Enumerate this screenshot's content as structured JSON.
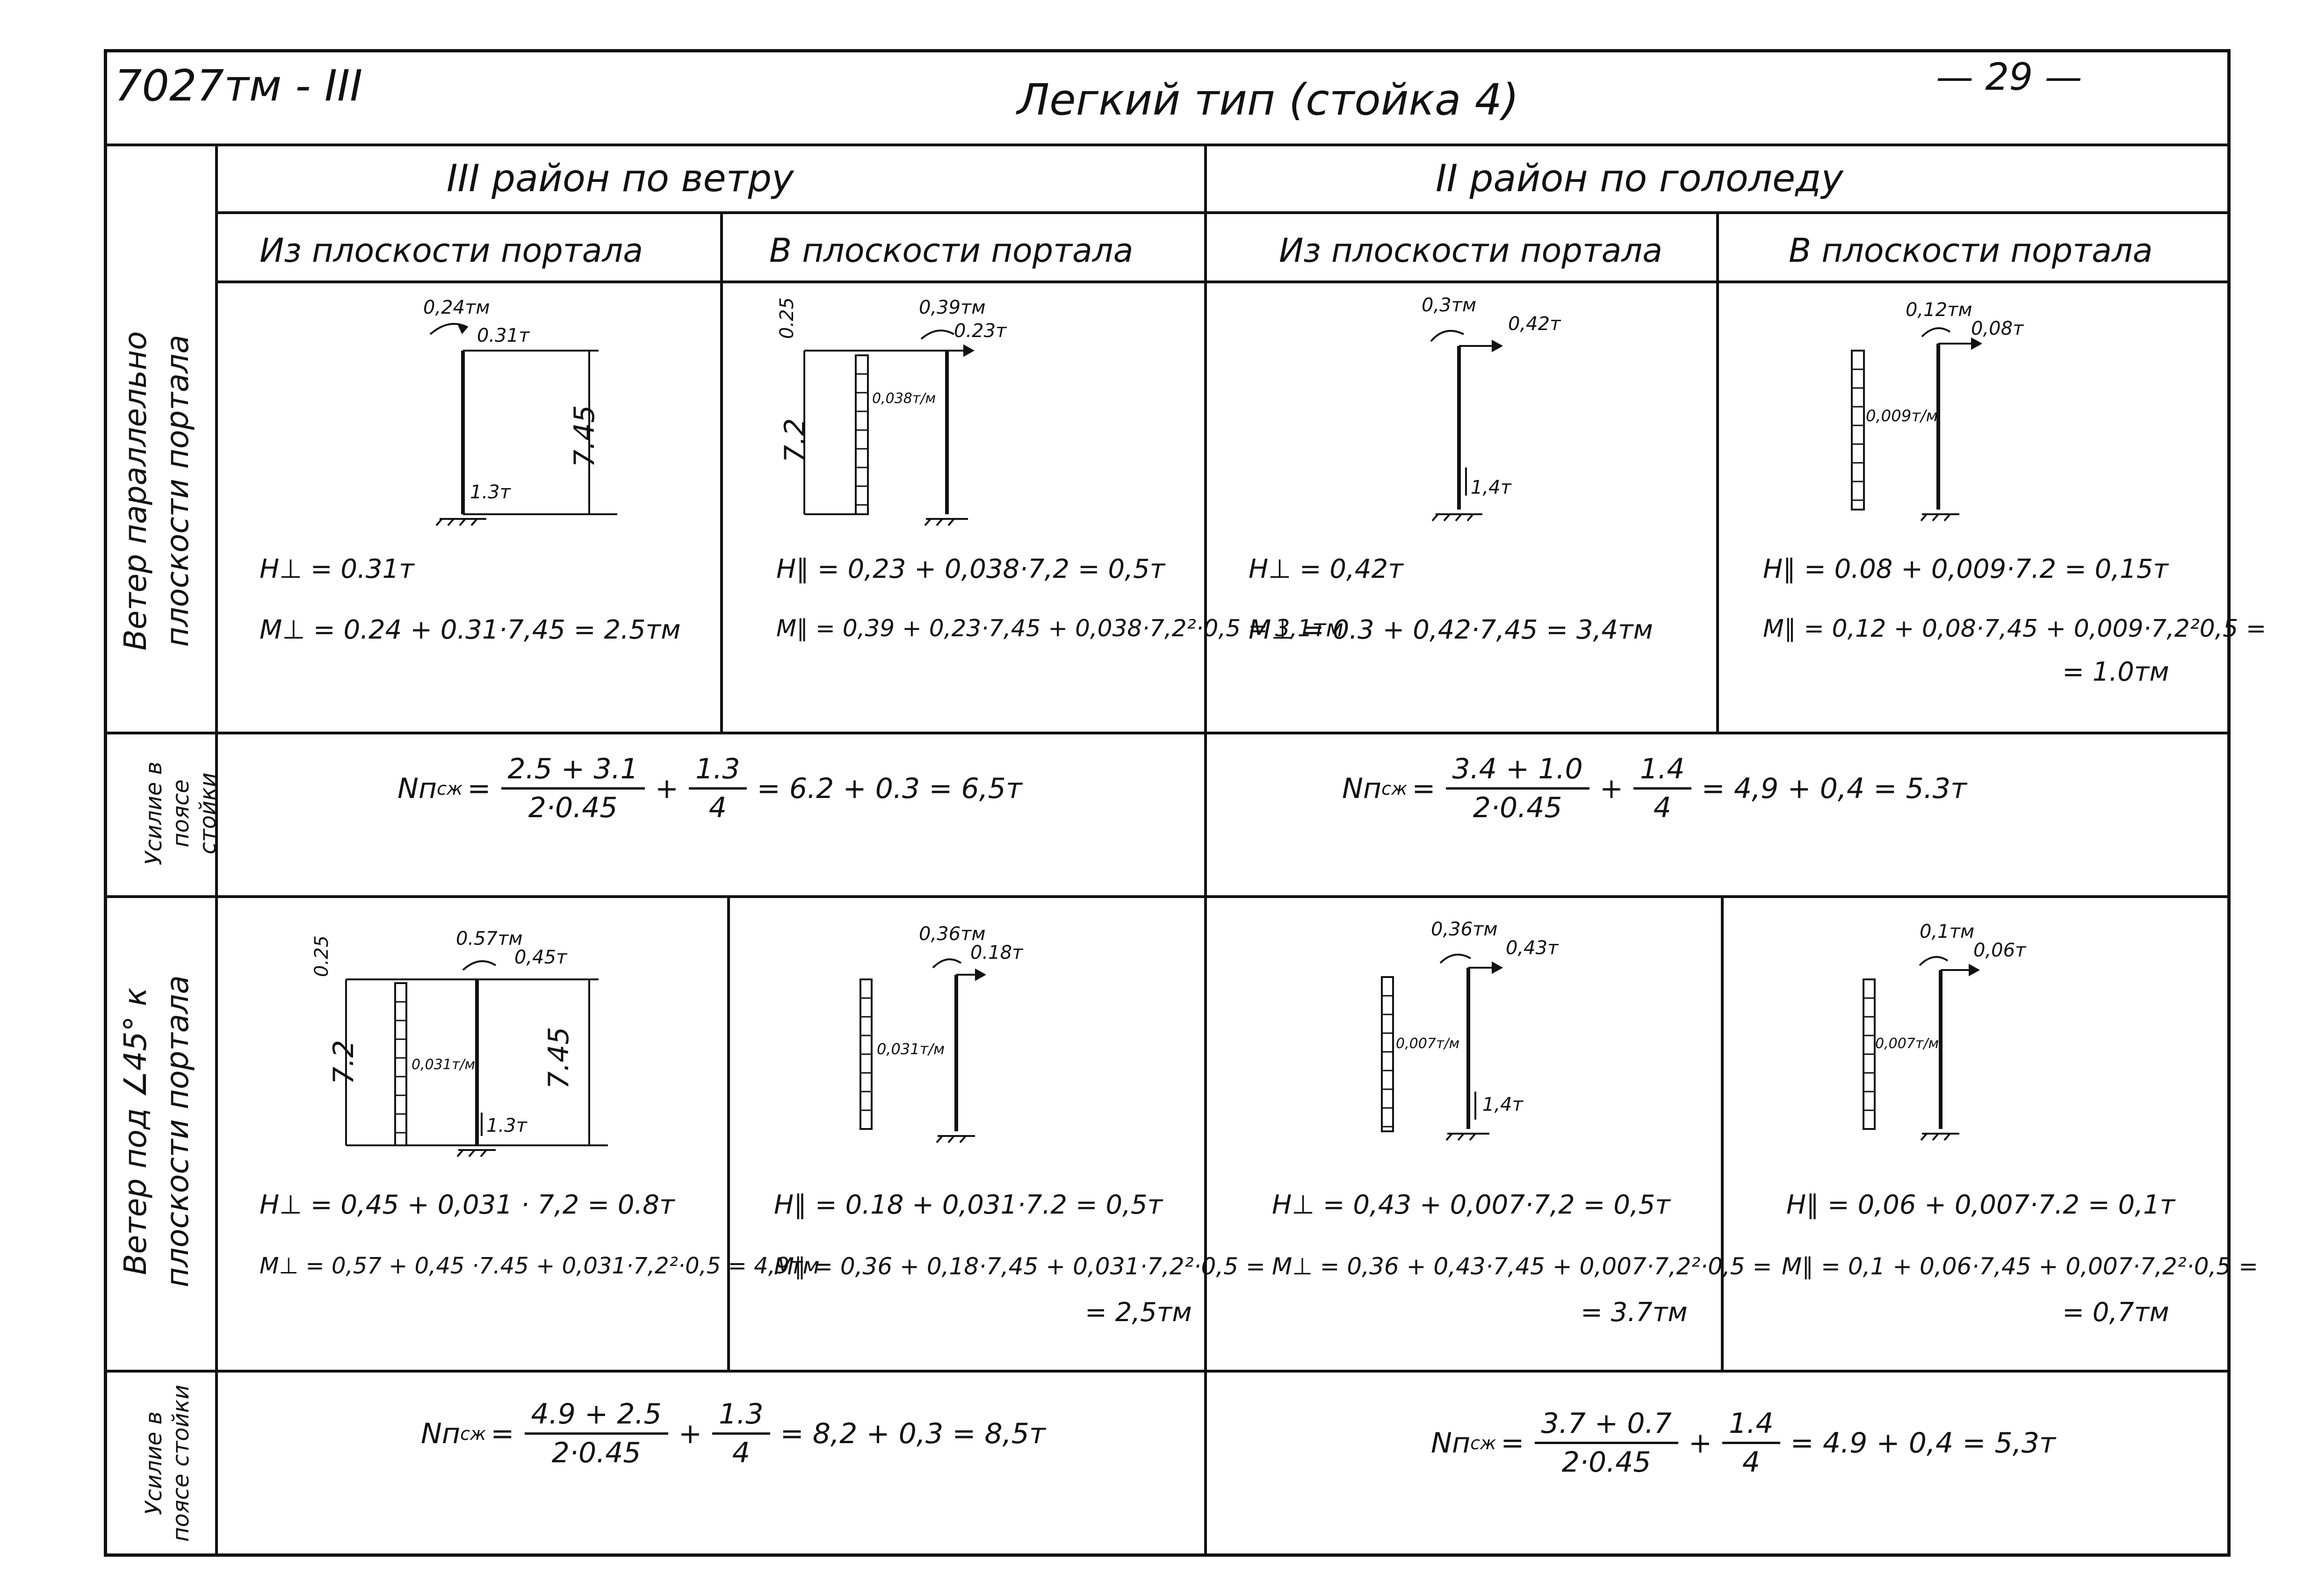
{
  "header": {
    "doc_code": "7027тм - III",
    "title": "Легкий тип (стойка 4)",
    "page_number": "— 29 —"
  },
  "columns": {
    "wind": {
      "title": "III район по ветру",
      "out_of_plane": "Из плоскости портала",
      "in_plane": "В плоскости портала"
    },
    "ice": {
      "title": "II район по гололеду",
      "out_of_plane": "Из плоскости портала",
      "in_plane": "В плоскости портала"
    }
  },
  "rows": {
    "parallel": "Ветер параллельно плоскости портала",
    "force1": "Усилие в поясе стойки",
    "angle45": "Ветер под ∠45° к плоскости портала",
    "force2": "Усилие в поясе стойки"
  },
  "cells": {
    "r1c1": {
      "moment": "0,24тм",
      "force_top": "0.31т",
      "height": "7.45",
      "base": "1.3т",
      "eq1": "H⊥ = 0.31т",
      "eq2": "M⊥ = 0.24 + 0.31·7,45 = 2.5тм"
    },
    "r1c2": {
      "offset": "0.25",
      "moment": "0,39тм",
      "force_top": "0.23т",
      "height": "7.2",
      "load": "0,038т/м",
      "eq1": "H∥ = 0,23 + 0,038·7,2 = 0,5т",
      "eq2": "M∥ = 0,39 + 0,23·7,45 + 0,038·7,2²·0,5 = 3,1тм"
    },
    "r1c3": {
      "moment": "0,3тм",
      "force_top": "0,42т",
      "base": "1,4т",
      "eq1": "H⊥ = 0,42т",
      "eq2": "M⊥ = 0.3 + 0,42·7,45 = 3,4тм"
    },
    "r1c4": {
      "moment": "0,12тм",
      "force_top": "0,08т",
      "load": "0,009т/м",
      "eq1": "H∥ = 0.08 + 0,009·7.2 = 0,15т",
      "eq2": "M∥ = 0,12 + 0,08·7,45 + 0,009·7,2²0,5 =",
      "eq3": "= 1.0тм"
    },
    "force1_left": {
      "lhs": "Nп",
      "sup": "сж",
      "n1": "2.5 + 3.1",
      "d1": "2·0.45",
      "n2": "1.3",
      "d2": "4",
      "rhs": "= 6.2 + 0.3 = 6,5т"
    },
    "force1_right": {
      "lhs": "Nп",
      "sup": "сж",
      "n1": "3.4 + 1.0",
      "d1": "2·0.45",
      "n2": "1.4",
      "d2": "4",
      "rhs": "= 4,9 + 0,4 = 5.3т"
    },
    "r3c1": {
      "offset": "0.25",
      "moment": "0.57тм",
      "force_top": "0,45т",
      "left_height": "7.2",
      "load": "0,031т/м",
      "height": "7.45",
      "base": "1.3т",
      "eq1": "H⊥ = 0,45 + 0,031 · 7,2 = 0.8т",
      "eq2": "M⊥ = 0,57 + 0,45 ·7.45 + 0,031·7,2²·0,5 = 4,9тм"
    },
    "r3c2": {
      "moment": "0,36тм",
      "force_top": "0.18т",
      "load": "0,031т/м",
      "eq1": "H∥ = 0.18 + 0,031·7.2 = 0,5т",
      "eq2": "M∥ = 0,36 + 0,18·7,45 + 0,031·7,2²·0,5 =",
      "eq3": "= 2,5тм"
    },
    "r3c3": {
      "moment": "0,36тм",
      "force_top": "0,43т",
      "load": "0,007т/м",
      "base": "1,4т",
      "eq1": "H⊥ = 0,43 + 0,007·7,2 = 0,5т",
      "eq2": "M⊥ = 0,36 + 0,43·7,45 + 0,007·7,2²·0,5 =",
      "eq3": "= 3.7тм"
    },
    "r3c4": {
      "moment": "0,1тм",
      "force_top": "0,06т",
      "load": "0,007т/м",
      "eq1": "H∥ = 0,06 + 0,007·7.2 = 0,1т",
      "eq2": "M∥ = 0,1 + 0,06·7,45 + 0,007·7,2²·0,5 =",
      "eq3": "= 0,7тм"
    },
    "force2_left": {
      "lhs": "Nп",
      "sup": "сж",
      "n1": "4.9 + 2.5",
      "d1": "2·0.45",
      "n2": "1.3",
      "d2": "4",
      "rhs": "= 8,2 + 0,3 = 8,5т"
    },
    "force2_right": {
      "lhs": "Nп",
      "sup": "сж",
      "n1": "3.7 + 0.7",
      "d1": "2·0.45",
      "n2": "1.4",
      "d2": "4",
      "rhs": "= 4.9 + 0,4 = 5,3т"
    }
  }
}
